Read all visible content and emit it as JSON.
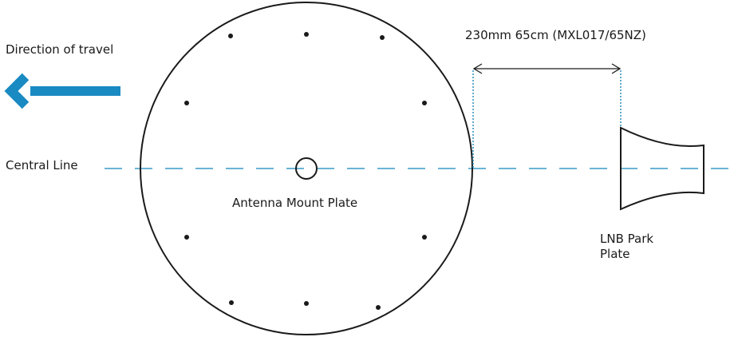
{
  "labels": {
    "direction_of_travel": "Direction of travel",
    "central_line": "Central Line",
    "antenna_mount_plate": "Antenna Mount Plate",
    "measurement": "230mm 65cm (MXL017/65NZ)",
    "lnb_park_plate": "LNB Park Plate"
  },
  "colors": {
    "arrow": "#1a8ac2",
    "central_line": "#3a9cc7",
    "outline": "#1a1a1a",
    "dimension_guide": "#2a8fc0"
  }
}
